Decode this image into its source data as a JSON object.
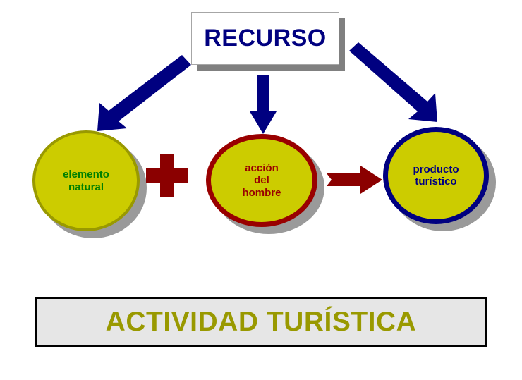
{
  "diagram": {
    "title_box": {
      "label": "RECURSO",
      "text_color": "#000080",
      "fill": "#ffffff"
    },
    "nodes": [
      {
        "id": "elemento",
        "label": "elemento\nnatural",
        "fill": "#cccc00",
        "border_color": "#999900",
        "text_color": "#008000"
      },
      {
        "id": "accion",
        "label": "acción\ndel\nhombre",
        "fill": "#cccc00",
        "border_color": "#990000",
        "text_color": "#990000"
      },
      {
        "id": "producto",
        "label": "producto\nturístico",
        "fill": "#cccc00",
        "border_color": "#000080",
        "text_color": "#000080"
      }
    ],
    "operators": {
      "plus_symbol": "+",
      "plus_color": "#8b0000",
      "relation_arrow_color": "#8b0000"
    },
    "connectors": {
      "arrow_color": "#000080",
      "from": "RECURSO",
      "to": [
        "elemento natural",
        "acción del hombre",
        "producto turístico"
      ]
    },
    "banner": {
      "label": "ACTIVIDAD TURÍSTICA",
      "fill": "#e6e6e6",
      "border_color": "#000000",
      "text_color": "#999900"
    }
  }
}
